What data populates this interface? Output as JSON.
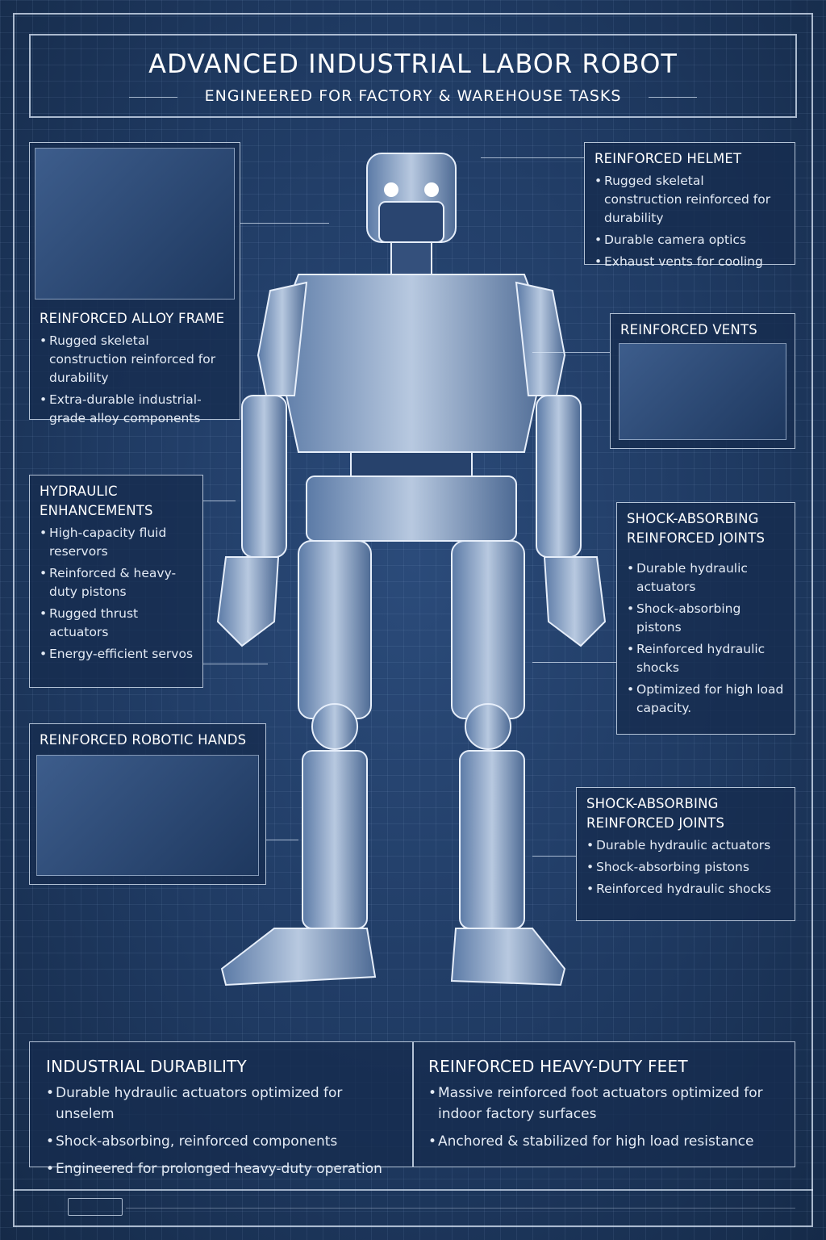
{
  "header": {
    "title": "ADVANCED INDUSTRIAL LABOR ROBOT",
    "subtitle": "ENGINEERED FOR FACTORY & WAREHOUSE TASKS"
  },
  "callouts": {
    "alloy_frame": {
      "heading": "REINFORCED ALLOY FRAME",
      "items": [
        "Rugged skeletal construction reinforced for durability",
        "Extra-durable industrial-grade alloy components"
      ]
    },
    "helmet": {
      "heading": "REINFORCED HELMET",
      "items": [
        "Rugged skeletal construction reinforced for durability",
        "Durable camera optics",
        "Exhaust vents for cooling"
      ]
    },
    "vents": {
      "heading": "REINFORCED VENTS"
    },
    "hydraulic": {
      "heading": "HYDRAULIC ENHANCEMENTS",
      "items": [
        "High-capacity fluid reservors",
        "Reinforced & heavy-duty pistons",
        "Rugged thrust actuators",
        "Energy-efficient servos"
      ]
    },
    "joints_upper": {
      "heading": "SHOCK-ABSORBING REINFORCED JOINTS",
      "items": [
        "Durable hydraulic actuators",
        "Shock-absorbing pistons",
        "Reinforced hydraulic shocks",
        "Optimized for high load capacity."
      ]
    },
    "hands": {
      "heading": "REINFORCED ROBOTIC HANDS"
    },
    "joints_lower": {
      "heading": "SHOCK-ABSORBING REINFORCED JOINTS",
      "items": [
        "Durable hydraulic actuators",
        "Shock-absorbing pistons",
        "Reinforced hydraulic shocks"
      ]
    }
  },
  "bottom": {
    "durability": {
      "heading": "INDUSTRIAL DURABILITY",
      "items": [
        "Durable hydraulic actuators optimized for unselem",
        "Shock-absorbing, reinforced components",
        "Engineered for prolonged heavy-duty operation"
      ]
    },
    "feet": {
      "heading": "REINFORCED HEAVY-DUTY FEET",
      "items": [
        "Massive reinforced foot actuators optimized for indoor factory surfaces",
        "Anchored & stabilized for high load resistance"
      ]
    }
  },
  "colors": {
    "background": "#1f3a62",
    "line": "#dce8f8",
    "text": "#eef3fa"
  }
}
